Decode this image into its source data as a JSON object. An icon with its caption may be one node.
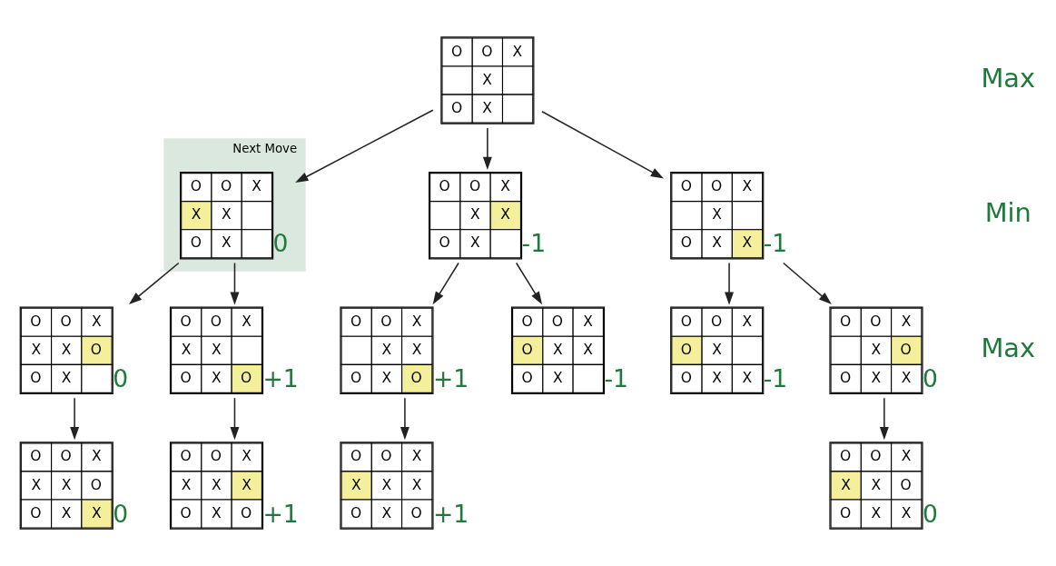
{
  "diagram": {
    "nodes": [
      {
        "text": [
          "O",
          "O",
          "X",
          "X",
          "O",
          "X"
        ]
      },
      {
        "text": [
          "Next Move"
        ]
      },
      {
        "text": [
          "O",
          "O",
          "X",
          "X",
          "X",
          "O",
          "X"
        ],
        "in": 1,
        "beside": [
          "0"
        ]
      },
      {
        "text": [
          "O",
          "O",
          "X",
          "X",
          "X",
          "O",
          "X"
        ],
        "beside": [
          "-1"
        ]
      },
      {
        "text": [
          "O",
          "O",
          "X",
          "X",
          "O",
          "X",
          "X"
        ],
        "beside": [
          "-1"
        ]
      },
      {
        "text": [
          "O",
          "O",
          "X",
          "X",
          "X",
          "O",
          "O",
          "X"
        ],
        "beside": [
          "0"
        ]
      },
      {
        "text": [
          "O",
          "O",
          "X",
          "X",
          "X",
          "O",
          "X",
          "O"
        ],
        "beside": [
          "+1"
        ]
      },
      {
        "text": [
          "O",
          "O",
          "X",
          "X",
          "X",
          "O",
          "X",
          "O"
        ],
        "beside": [
          "+1"
        ]
      },
      {
        "text": [
          "O",
          "O",
          "X",
          "O",
          "X",
          "X",
          "O",
          "X"
        ],
        "beside": [
          "-1"
        ]
      },
      {
        "text": [
          "O",
          "O",
          "X",
          "O",
          "X",
          "O",
          "X",
          "X"
        ],
        "beside": [
          "-1"
        ]
      },
      {
        "text": [
          "O",
          "O",
          "X",
          "X",
          "O",
          "O",
          "X",
          "X"
        ],
        "beside": [
          "0"
        ]
      },
      {
        "text": [
          "O",
          "O",
          "X",
          "X",
          "X",
          "O",
          "O",
          "X",
          "X"
        ],
        "beside": [
          "0"
        ]
      },
      {
        "text": [
          "O",
          "O",
          "X",
          "X",
          "X",
          "X",
          "O",
          "X",
          "O"
        ],
        "beside": [
          "+1"
        ]
      },
      {
        "text": [
          "O",
          "O",
          "X",
          "X",
          "X",
          "X",
          "O",
          "X",
          "O"
        ],
        "beside": [
          "+1"
        ]
      },
      {
        "text": [
          "O",
          "O",
          "X",
          "X",
          "X",
          "O",
          "O",
          "X",
          "X"
        ],
        "beside": [
          "0"
        ]
      }
    ],
    "edges": [
      {
        "from": 0,
        "to": 2,
        "arrow": "to"
      },
      {
        "from": 0,
        "to": 3,
        "arrow": "to"
      },
      {
        "from": 0,
        "to": 4,
        "arrow": "to"
      },
      {
        "from": 2,
        "to": 5,
        "arrow": "to"
      },
      {
        "from": 2,
        "to": 6,
        "arrow": "to"
      },
      {
        "from": 3,
        "to": 7,
        "arrow": "to"
      },
      {
        "from": 3,
        "to": 8,
        "arrow": "to"
      },
      {
        "from": 4,
        "to": 9,
        "arrow": "to"
      },
      {
        "from": 4,
        "to": 10,
        "arrow": "to"
      },
      {
        "from": 5,
        "to": 11,
        "arrow": "to"
      },
      {
        "from": 6,
        "to": 12,
        "arrow": "to"
      },
      {
        "from": 7,
        "to": 13,
        "arrow": "to"
      },
      {
        "from": 10,
        "to": 14,
        "arrow": "to"
      }
    ],
    "labels": [
      "Max",
      "Min",
      "Max"
    ]
  }
}
